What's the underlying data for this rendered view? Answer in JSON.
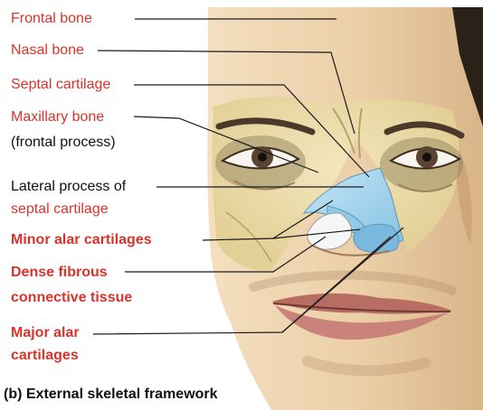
{
  "labels": {
    "frontal_bone": "Frontal bone",
    "nasal_bone": "Nasal bone",
    "septal_cartilage": "Septal cartilage",
    "maxillary_bone": "Maxillary bone",
    "maxillary_sub": "(frontal process)",
    "lateral_process_l1": "Lateral process of",
    "lateral_process_l2": "septal cartilage",
    "minor_alar": "Minor alar cartilages",
    "dense_l1": "Dense fibrous",
    "dense_l2": "connective tissue",
    "major_alar_l1": "Major alar",
    "major_alar_l2": "cartilages"
  },
  "caption": "(b) External skeletal framework",
  "colors": {
    "label_red": "#d9342b",
    "label_black": "#111111",
    "skin": "#f1d9b8",
    "bone": "#efe3b0",
    "cartilage_blue": "#a9d6ee",
    "dense_tissue": "#f6f6f6",
    "leader_line": "#1a1a1a"
  }
}
